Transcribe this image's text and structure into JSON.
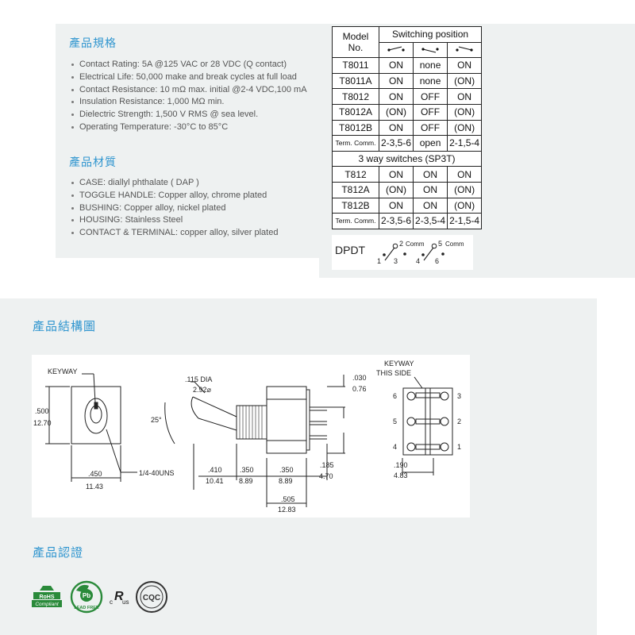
{
  "specs": {
    "title": "產品規格",
    "items": [
      "Contact Rating: 5A @125 VAC or 28 VDC (Q contact)",
      "Electrical Life: 50,000 make and break cycles at full load",
      "Contact Resistance: 10 mΩ max. initial @2-4 VDC,100 mA",
      "Insulation Resistance: 1,000 MΩ min.",
      "Dielectric Strength: 1,500 V RMS @ sea level.",
      "Operating Temperature: -30°C to 85°C"
    ]
  },
  "materials": {
    "title": "產品材質",
    "items": [
      "CASE: diallyl phthalate ( DAP )",
      "TOGGLE HANDLE: Copper alloy, chrome plated",
      "BUSHING: Copper alloy, nickel plated",
      "HOUSING: Stainless Steel",
      "CONTACT & TERMINAL: copper alloy, silver plated"
    ]
  },
  "switch_table": {
    "model_header_line1": "Model",
    "model_header_line2": "No.",
    "position_header": "Switching position",
    "rows": [
      [
        "T8011",
        "ON",
        "none",
        "ON"
      ],
      [
        "T8011A",
        "ON",
        "none",
        "(ON)"
      ],
      [
        "T8012",
        "ON",
        "OFF",
        "ON"
      ],
      [
        "T8012A",
        "(ON)",
        "OFF",
        "(ON)"
      ],
      [
        "T8012B",
        "ON",
        "OFF",
        "(ON)"
      ]
    ],
    "term_row_1": [
      "Term. Comm.",
      "2-3,5-6",
      "open",
      "2-1,5-4"
    ],
    "sp3t_header": "3 way switches (SP3T)",
    "sp3t_rows": [
      [
        "T812",
        "ON",
        "ON",
        "ON"
      ],
      [
        "T812A",
        "(ON)",
        "ON",
        "(ON)"
      ],
      [
        "T812B",
        "ON",
        "ON",
        "(ON)"
      ]
    ],
    "term_row_2": [
      "Term. Comm.",
      "2-3,5-6",
      "2-3,5-4",
      "2-1,5-4"
    ]
  },
  "dpdt": {
    "label": "DPDT",
    "pin1": "1",
    "pin2": "2",
    "pin3": "3",
    "pin4": "4",
    "pin5": "5",
    "pin6": "6",
    "comm_a": "Comm",
    "comm_b": "Comm"
  },
  "structure": {
    "title": "產品結構圖",
    "keyway": "KEYWAY",
    "keyway_side_1": "KEYWAY",
    "keyway_side_2": "THIS SIDE",
    "dim_500": ".500",
    "dim_1270": "12.70",
    "dim_450": ".450",
    "dim_1143": "11.43",
    "thread": "1/4-40UNS",
    "dia_in": ".115 DIA",
    "dia_mm": "2.92⌀",
    "angle": "25°",
    "dim_410": ".410",
    "dim_1041": "10.41",
    "dim_350a": ".350",
    "dim_889a": "8.89",
    "dim_350b": ".350",
    "dim_889b": "8.89",
    "dim_185": ".185",
    "dim_470": "4.70",
    "dim_030": ".030",
    "dim_076": "0.76",
    "dim_505": ".505",
    "dim_1283": "12.83",
    "dim_190": ".190",
    "dim_483": "4.83",
    "p1": "1",
    "p2": "2",
    "p3": "3",
    "p4": "4",
    "p5": "5",
    "p6": "6"
  },
  "certifications": {
    "title": "產品認證",
    "rohs_1": "RoHS",
    "rohs_2": "Compliant",
    "pb": "Pb",
    "leadfree": "LEAD FREE",
    "ul_c": "c",
    "ul_us": "us",
    "cqc": "CQC"
  }
}
